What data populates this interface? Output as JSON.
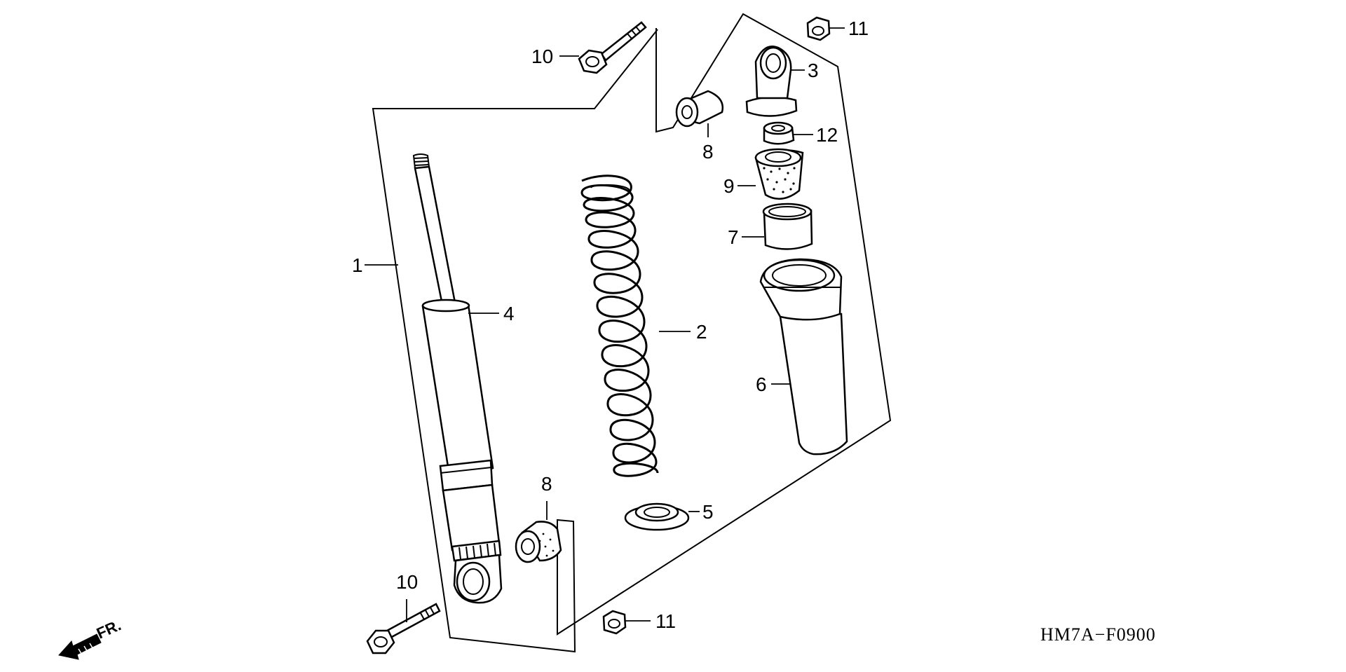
{
  "diagram": {
    "code": "HM7A−F0900",
    "front_label": "FR.",
    "callouts": {
      "c1": "1",
      "c2": "2",
      "c3": "3",
      "c4": "4",
      "c5": "5",
      "c6": "6",
      "c7": "7",
      "c8_top": "8",
      "c8_bottom": "8",
      "c9": "9",
      "c10_top": "10",
      "c10_bottom": "10",
      "c11_top": "11",
      "c11_bottom": "11",
      "c12": "12"
    }
  }
}
